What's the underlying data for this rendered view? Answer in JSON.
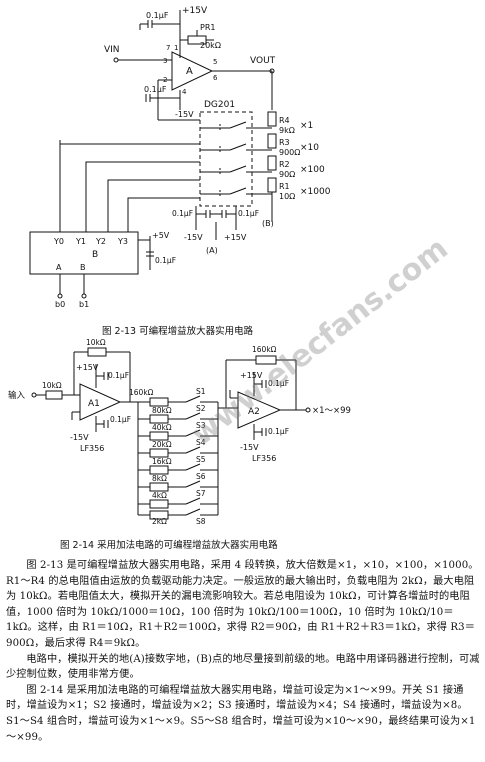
{
  "fig1": {
    "caption": "图 2-13   可编程增益放大器实用电路",
    "labels": {
      "plus15v_top": "+15V",
      "cap_top": "0.1μF",
      "pr1": "PR1",
      "pr1_val": "20kΩ",
      "vin": "VIN",
      "vout": "VOUT",
      "op_a": "A",
      "pin3": "3",
      "pin2": "2",
      "pin5": "5",
      "pin6": "6",
      "pin1": "1",
      "pin4": "4",
      "pin7": "7",
      "cap_bottom": "0.1μF",
      "minus15v": "-15V",
      "dg201": "DG201",
      "r4": "R4",
      "r4_val": "9kΩ",
      "g1": "×1",
      "r3": "R3",
      "r3_val": "900Ω",
      "g10": "×10",
      "r2": "R2",
      "r2_val": "90Ω",
      "g100": "×100",
      "r1": "R1",
      "r1_val": "10Ω",
      "g1000": "×1000",
      "cap_dg1": "0.1μF",
      "cap_dg2": "0.1μF",
      "minus15v_dg": "-15V",
      "plus15v_dg": "+15V",
      "point_a": "(A)",
      "point_b": "(B)",
      "y0": "Y0",
      "y1": "Y1",
      "y2": "Y2",
      "y3": "Y3",
      "dec_b": "B",
      "in_a": "A",
      "in_b": "B",
      "plus5v": "+5V",
      "cap_dec": "0.1μF",
      "b0": "b0",
      "b1": "b1"
    }
  },
  "fig2": {
    "caption": "图 2-14   采用加法电路的可编程增益放大器实用电路",
    "labels": {
      "input": "输入",
      "rin": "10kΩ",
      "rfb1": "10kΩ",
      "plus15v_a": "+15V",
      "cap_a1": "0.1μF",
      "minus15v_a": "-15V",
      "cap_a2": "0.1μF",
      "a1": "A1",
      "lf356_a": "LF356",
      "r160": "160kΩ",
      "r80": "80kΩ",
      "r40": "40kΩ",
      "r20": "20kΩ",
      "r16": "16kΩ",
      "r8": "8kΩ",
      "r4": "4kΩ",
      "r2": "2kΩ",
      "s1": "S1",
      "s2": "S2",
      "s3": "S3",
      "s4": "S4",
      "s5": "S5",
      "s6": "S6",
      "s7": "S7",
      "s8": "S8",
      "rfb2": "160kΩ",
      "plus15v_b": "+15V",
      "cap_b1": "0.1μF",
      "minus15v_b": "-15V",
      "cap_b2": "0.1μF",
      "a2": "A2",
      "lf356_b": "LF356",
      "out": "×1～×99"
    }
  },
  "watermark": "www.elecfans.com",
  "text": {
    "p1": "图 2-13 是可编程增益放大器实用电路，采用 4 段转换，放大倍数是×1，×10，×100，×1000。R1～R4 的总电阻值由运放的负载驱动能力决定。一般运放的最大输出时，负载电阻为 2kΩ，最大电阻为 10kΩ。若电阻值太大，模拟开关的漏电流影响较大。若总电阻设为 10kΩ，可计算各增益时的电阻值，1000 倍时为 10kΩ/1000＝10Ω，100 倍时为 10kΩ/100＝100Ω，10 倍时为 10kΩ/10＝1kΩ。这样，由 R1＝10Ω，R1＋R2＝100Ω，求得 R2＝90Ω，由 R1＋R2＋R3＝1kΩ，求得 R3＝900Ω，最后求得 R4＝9kΩ。",
    "p2": "电路中，模拟开关的地(A)接数字地，(B)点的地尽量接到前级的地。电路中用译码器进行控制，可减少控制位数，使用非常方便。",
    "p3": "图 2-14 是采用加法电路的可编程增益放大器实用电路，增益可设定为×1～×99。开关 S1 接通时，增益设为×1；S2 接通时，增益设为×2；S3 接通时，增益设为×4；S4 接通时，增益设为×8。S1～S4 组合时，增益可设为×1～×9。S5～S8 组合时，增益可设为×10～×90，最终结果可设为×1～×99。"
  }
}
